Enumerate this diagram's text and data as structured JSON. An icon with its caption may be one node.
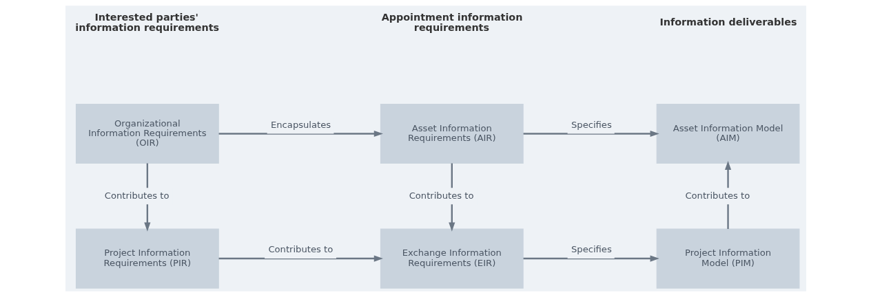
{
  "diagram": {
    "nodes": [
      {
        "text": [
          "Organizational Information Requirements (OIR)"
        ]
      },
      {
        "text": [
          "Asset Information Requirements (AIR)"
        ]
      },
      {
        "text": [
          "Asset Information Model (AIM)"
        ]
      },
      {
        "text": [
          "Project Information Requirements (PIR)"
        ]
      },
      {
        "text": [
          "Exchange Information Requirements (EIR)"
        ]
      },
      {
        "text": [
          "Project Information Model (PIM)"
        ]
      }
    ],
    "edges": [
      {
        "from": 0,
        "to": 1,
        "arrow": "to",
        "label": "Encapsulates"
      },
      {
        "from": 1,
        "to": 2,
        "arrow": "to",
        "label": "Specifies"
      },
      {
        "from": 0,
        "to": 3,
        "arrow": "to",
        "label": "Contributes to"
      },
      {
        "from": 1,
        "to": 4,
        "arrow": "to",
        "label": "Contributes to"
      },
      {
        "from": 5,
        "to": 2,
        "arrow": "to",
        "label": "Contributes to"
      },
      {
        "from": 3,
        "to": 4,
        "arrow": "to",
        "label": "Contributes to"
      },
      {
        "from": 4,
        "to": 5,
        "arrow": "to",
        "label": "Specifies"
      }
    ],
    "labels": [
      "Interested parties' information requirements",
      "Appointment information requirements",
      "Information deliverables"
    ]
  }
}
